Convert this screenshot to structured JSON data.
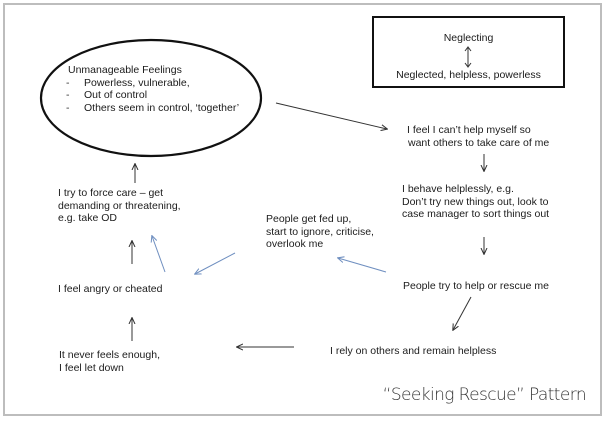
{
  "diagram": {
    "caption": "“Seeking Rescue” Pattern",
    "colors": {
      "text": "#1c1c1c",
      "arrow": "#333333",
      "feedback_arrow": "#6f8fc0",
      "frame": "#bdbdbd"
    },
    "ellipse": {
      "title": "Unmanageable Feelings",
      "bullets": [
        "Powerless, vulnerable,",
        "Out of control",
        "Others seem in control, ‘together’"
      ],
      "bullet_marker": "-"
    },
    "reciprocal_role_box": {
      "top": "Neglecting",
      "bottom": "Neglected, helpless, powerless"
    },
    "nodes": {
      "cant_help": [
        "I feel I can’t help myself so",
        "want others to take care of me"
      ],
      "behave_helplessly": [
        "I behave helplessly, e.g.",
        "Don’t try new things out, look to",
        "case manager to sort things out"
      ],
      "people_help": [
        "People try to help or rescue me"
      ],
      "rely_on_others": [
        "I rely on others and remain helpless"
      ],
      "never_enough": [
        "It never feels enough,",
        "I feel let down"
      ],
      "angry": [
        "I feel angry or cheated"
      ],
      "force_care": [
        "I try to force care – get",
        "demanding or threatening,",
        "e.g. take OD"
      ],
      "fed_up": [
        "People get fed up,",
        "start to ignore, criticise,",
        "overlook me"
      ]
    }
  }
}
